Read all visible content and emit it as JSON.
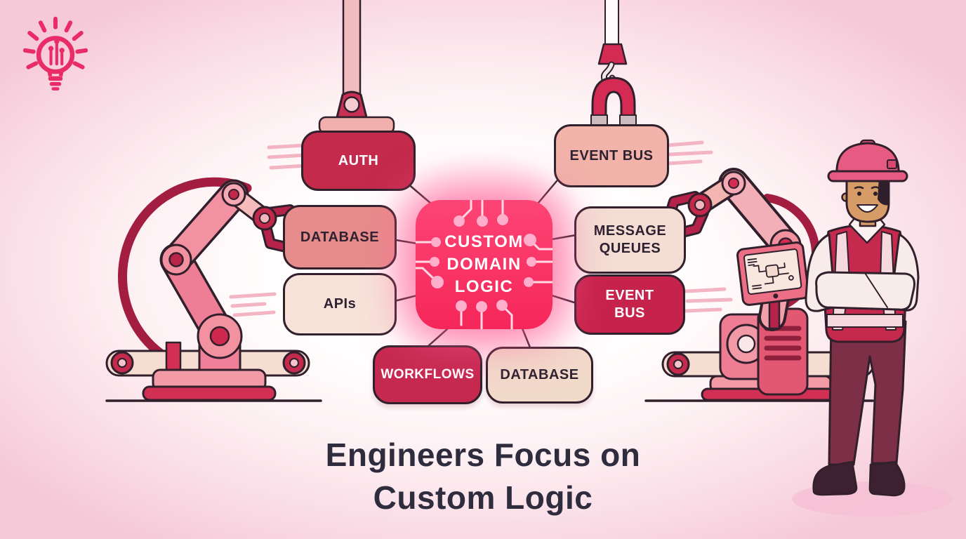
{
  "logo": {
    "icon": "lightbulb-circuit-icon",
    "color": "#E92C68"
  },
  "diagram": {
    "center": {
      "label": "CUSTOM DOMAIN LOGIC",
      "label_lines": [
        "CUSTOM",
        "DOMAIN",
        "LOGIC"
      ],
      "color": "#FA3366",
      "glow_color": "#FF87AE",
      "text_color": "#FFFFFF"
    },
    "nodes": [
      {
        "id": "auth",
        "label": "AUTH",
        "style": "dark",
        "color": "#C32A4C",
        "text_color": "#FFFFFF"
      },
      {
        "id": "database-left",
        "label": "DATABASE",
        "style": "salmon",
        "color": "#E78C8C",
        "text_color": "#2E2230"
      },
      {
        "id": "apis",
        "label": "APIs",
        "style": "light",
        "color": "#F7E3DA",
        "text_color": "#2E2230"
      },
      {
        "id": "workflows",
        "label": "WORKFLOWS",
        "style": "dark",
        "color": "#C62950",
        "text_color": "#FFFFFF"
      },
      {
        "id": "database-bottom",
        "label": "DATABASE",
        "style": "light",
        "color": "#F2DACB",
        "text_color": "#2E2230"
      },
      {
        "id": "event-bus-top",
        "label": "EVENT BUS",
        "style": "peach",
        "color": "#F1B3AA",
        "text_color": "#2E2230"
      },
      {
        "id": "message-queues",
        "label": "MESSAGE QUEUES",
        "style": "light",
        "color": "#F3DDD4",
        "text_color": "#2E2230"
      },
      {
        "id": "event-bus-right",
        "label": "EVENT BUS",
        "style": "dark",
        "color": "#C6234C",
        "text_color": "#FFFFFF"
      }
    ]
  },
  "title": {
    "line1": "Engineers Focus on",
    "line2": "Custom Logic",
    "color": "#2F2C3E"
  },
  "illustration_icons": {
    "left": [
      "robot-arm-icon",
      "conveyor-belt-icon"
    ],
    "right": [
      "robot-arm-icon",
      "conveyor-belt-icon",
      "flowchart-tablet-icon"
    ],
    "top": [
      "piston-press-icon",
      "magnet-crane-icon"
    ],
    "person": "engineer-worker-icon"
  },
  "colors": {
    "background": "#F6C9D9",
    "outline": "#31202C",
    "dark_box": "#C5284E",
    "salmon_box": "#E78C8C",
    "peach_box": "#F1B3AA",
    "light_box": "#F5E0D6",
    "robot_pink": "#EE7E96",
    "crimson": "#D42B55",
    "title_text": "#2F2C3E",
    "logo_pink": "#E92C68"
  }
}
